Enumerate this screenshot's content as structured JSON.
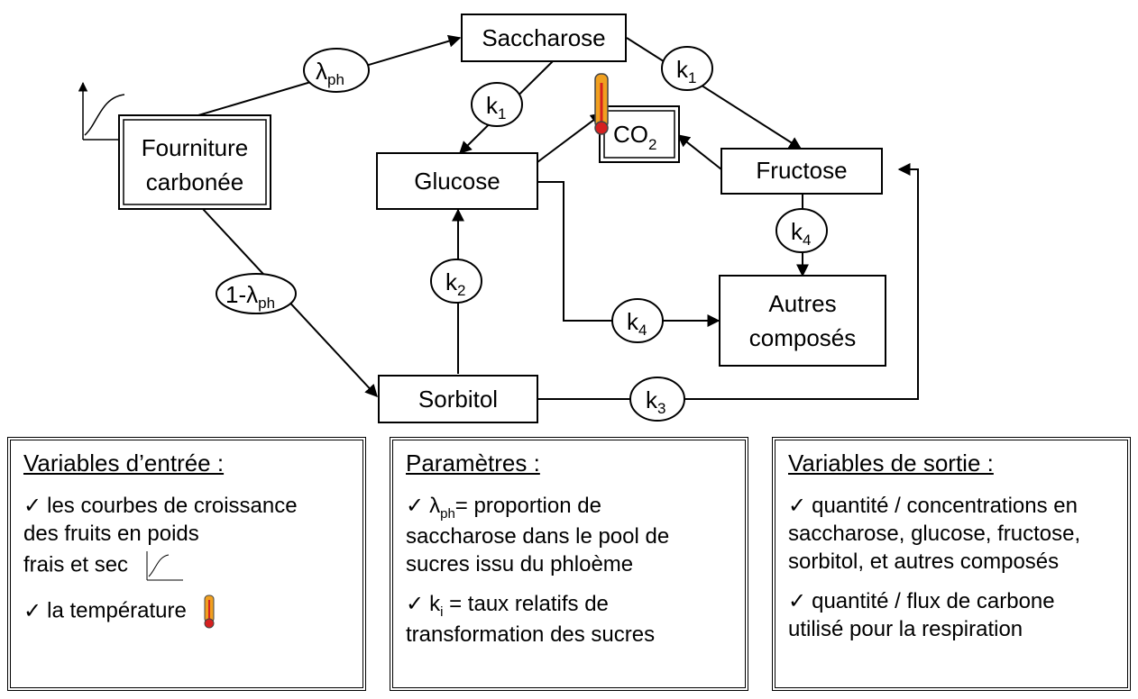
{
  "nodes": {
    "saccharose": "Saccharose",
    "fourniture_line1": "Fourniture",
    "fourniture_line2": "carbonée",
    "glucose": "Glucose",
    "co2_main": "CO",
    "co2_sub": "2",
    "fructose": "Fructose",
    "autres_line1": "Autres",
    "autres_line2": "composés",
    "sorbitol": "Sorbitol"
  },
  "rates": {
    "lambda": "λ",
    "lambda_sub": "ph",
    "one_minus_lambda": "1-λ",
    "one_minus_lambda_sub": "ph",
    "k": "k",
    "k1": "1",
    "k2": "2",
    "k3": "3",
    "k4": "4"
  },
  "panels": {
    "inputs": {
      "title": "Variables d’entrée :",
      "item1_a": "les courbes de croissance",
      "item1_b": "des fruits en poids",
      "item1_c": "frais et sec",
      "item2": "la température"
    },
    "params": {
      "title": "Paramètres :",
      "item1_sym": "λ",
      "item1_sub": "ph",
      "item1_rest": "= proportion de",
      "item1_b": "saccharose dans le pool de",
      "item1_c": "sucres issu du phloème",
      "item2_sym": "k",
      "item2_sub": "i",
      "item2_rest": " = taux relatifs de",
      "item2_b": "transformation des sucres"
    },
    "outputs": {
      "title": "Variables de sortie :",
      "item1_a": "quantité / concentrations en",
      "item1_b": "saccharose, glucose, fructose,",
      "item1_c": "sorbitol, et autres composés",
      "item2_a": "quantité / flux de carbone",
      "item2_b": "utilisé pour la respiration"
    },
    "check": "✓"
  },
  "colors": {
    "thermo_fill": "#f0a020",
    "thermo_bulb": "#d62020"
  }
}
